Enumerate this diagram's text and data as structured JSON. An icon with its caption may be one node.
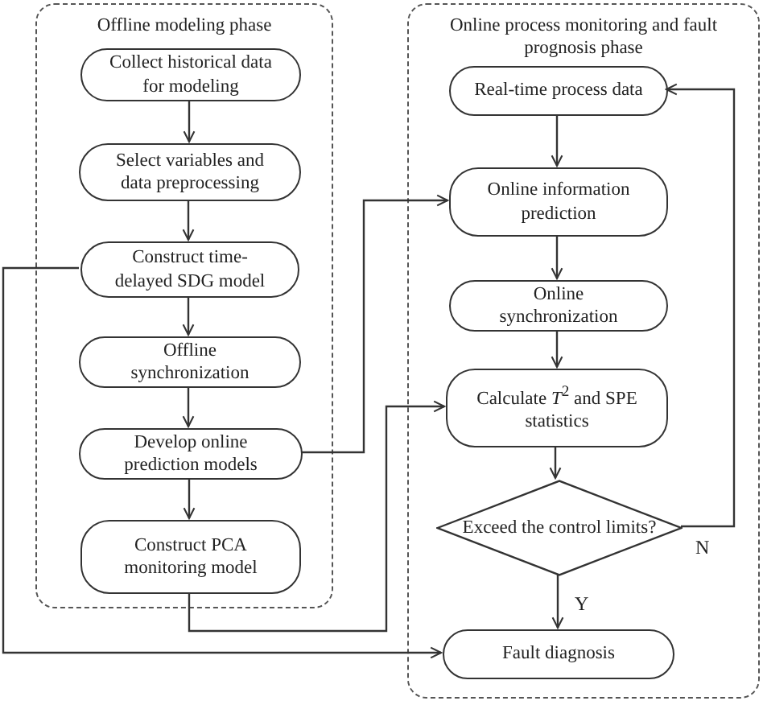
{
  "diagram": {
    "nodes": [
      {
        "text": [
          "Offline modeling phase"
        ]
      },
      {
        "text": [
          "Collect historical data for modeling"
        ],
        "in": 0
      },
      {
        "text": [
          "Select variables and data preprocessing"
        ],
        "in": 0
      },
      {
        "text": [
          "Construct time-delayed SDG model"
        ],
        "in": 0
      },
      {
        "text": [
          "Offline synchronization"
        ],
        "in": 0
      },
      {
        "text": [
          "Develop online prediction models"
        ],
        "in": 0
      },
      {
        "text": [
          "Construct PCA monitoring model"
        ],
        "in": 0
      },
      {
        "text": [
          "Online process monitoring and fault prognosis phase"
        ]
      },
      {
        "text": [
          "Real-time process data"
        ],
        "in": 7
      },
      {
        "text": [
          "Online information prediction"
        ],
        "in": 7
      },
      {
        "text": [
          "Online synchronization"
        ],
        "in": 7
      },
      {
        "text": [
          "Calculate *T*$^{2}$ and SPE statistics"
        ],
        "in": 7
      },
      {
        "text": [
          "Exceed the control limits?"
        ],
        "in": 7
      },
      {
        "text": [
          "Fault diagnosis"
        ],
        "in": 7
      }
    ],
    "edges": [
      {
        "from": 1,
        "to": 2,
        "arrow": "to"
      },
      {
        "from": 2,
        "to": 3,
        "arrow": "to"
      },
      {
        "from": 3,
        "to": 4,
        "arrow": "to"
      },
      {
        "from": 4,
        "to": 5,
        "arrow": "to"
      },
      {
        "from": 5,
        "to": 6,
        "arrow": "to"
      },
      {
        "from": 8,
        "to": 9,
        "arrow": "to"
      },
      {
        "from": 9,
        "to": 10,
        "arrow": "to"
      },
      {
        "from": 10,
        "to": 11,
        "arrow": "to"
      },
      {
        "from": 11,
        "to": 12,
        "arrow": "to"
      },
      {
        "from": 12,
        "to": 13,
        "arrow": "to",
        "label": "Y"
      },
      {
        "from": 12,
        "to": 8,
        "arrow": "to",
        "label": "N"
      },
      {
        "from": 3,
        "to": 13,
        "arrow": "to"
      },
      {
        "from": 5,
        "to": 9,
        "arrow": "to"
      },
      {
        "from": 6,
        "to": 11,
        "arrow": "to"
      }
    ]
  }
}
